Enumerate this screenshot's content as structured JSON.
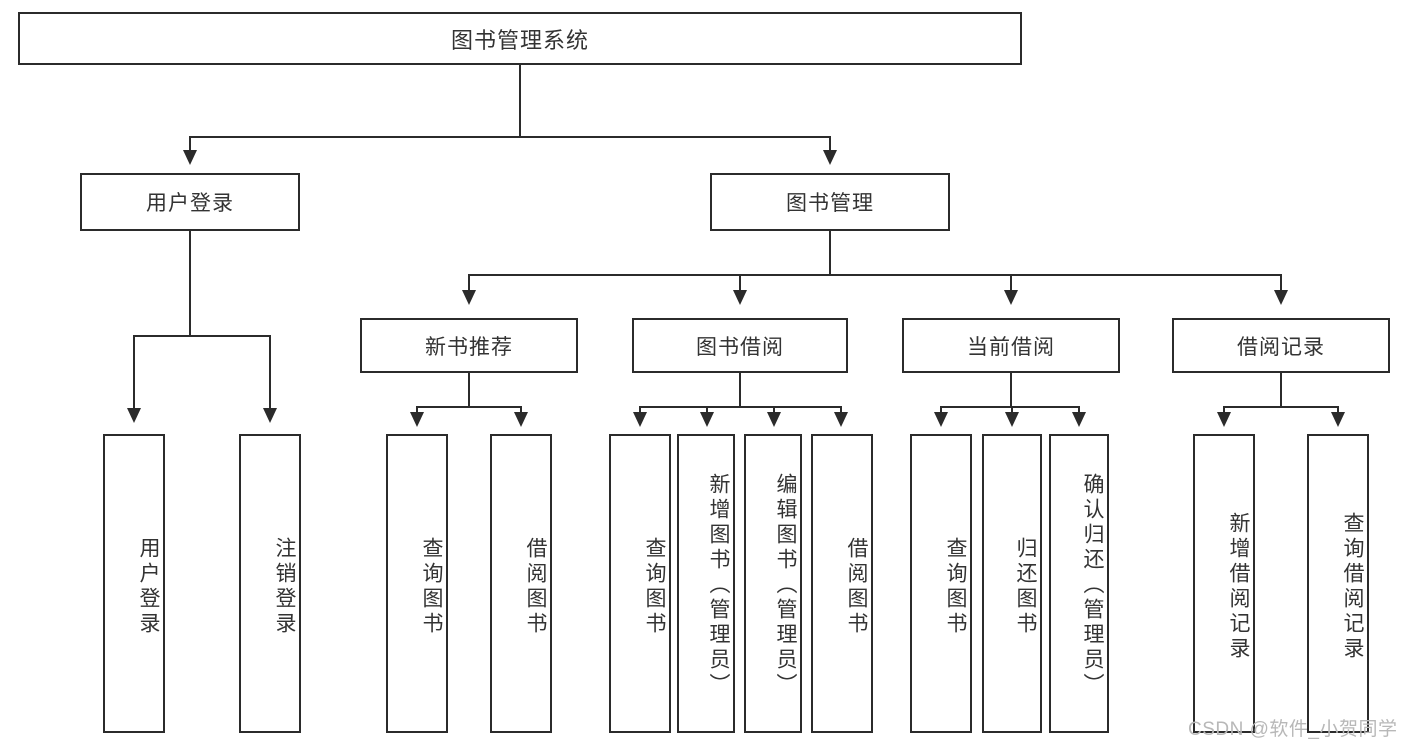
{
  "diagram": {
    "type": "tree-hierarchy-flowchart",
    "title": "图书管理系统",
    "colors": {
      "box_border": "#2b2b2b",
      "box_fill": "#ffffff",
      "text": "#333333",
      "connector": "#2b2b2b",
      "watermark": "#b8b8b8",
      "background": "#ffffff"
    },
    "levels": [
      {
        "level": 1,
        "nodes": [
          {
            "id": "root",
            "label": "图书管理系统",
            "orientation": "horizontal"
          }
        ]
      },
      {
        "level": 2,
        "nodes": [
          {
            "id": "user-login",
            "label": "用户登录",
            "orientation": "horizontal",
            "parent": "root"
          },
          {
            "id": "book-manage",
            "label": "图书管理",
            "orientation": "horizontal",
            "parent": "root"
          }
        ]
      },
      {
        "level": 3,
        "nodes": [
          {
            "id": "new-book-rec",
            "label": "新书推荐",
            "orientation": "horizontal",
            "parent": "book-manage"
          },
          {
            "id": "book-borrow",
            "label": "图书借阅",
            "orientation": "horizontal",
            "parent": "book-manage"
          },
          {
            "id": "current-borrow",
            "label": "当前借阅",
            "orientation": "horizontal",
            "parent": "book-manage"
          },
          {
            "id": "borrow-record",
            "label": "借阅记录",
            "orientation": "horizontal",
            "parent": "book-manage"
          }
        ]
      },
      {
        "level": 4,
        "nodes": [
          {
            "id": "leaf-1",
            "label": "用户登录",
            "orientation": "vertical",
            "parent": "user-login"
          },
          {
            "id": "leaf-2",
            "label": "注销登录",
            "orientation": "vertical",
            "parent": "user-login"
          },
          {
            "id": "leaf-3",
            "label": "查询图书",
            "orientation": "vertical",
            "parent": "new-book-rec"
          },
          {
            "id": "leaf-4",
            "label": "借阅图书",
            "orientation": "vertical",
            "parent": "new-book-rec"
          },
          {
            "id": "leaf-5",
            "label": "查询图书",
            "orientation": "vertical",
            "parent": "book-borrow"
          },
          {
            "id": "leaf-6",
            "label": "新增图书（管理员）",
            "orientation": "vertical",
            "parent": "book-borrow"
          },
          {
            "id": "leaf-7",
            "label": "编辑图书（管理员）",
            "orientation": "vertical",
            "parent": "book-borrow"
          },
          {
            "id": "leaf-8",
            "label": "借阅图书",
            "orientation": "vertical",
            "parent": "book-borrow"
          },
          {
            "id": "leaf-9",
            "label": "查询图书",
            "orientation": "vertical",
            "parent": "current-borrow"
          },
          {
            "id": "leaf-10",
            "label": "归还图书",
            "orientation": "vertical",
            "parent": "current-borrow"
          },
          {
            "id": "leaf-11",
            "label": "确认归还（管理员）",
            "orientation": "vertical",
            "parent": "current-borrow"
          },
          {
            "id": "leaf-12",
            "label": "新增借阅记录",
            "orientation": "vertical",
            "parent": "borrow-record"
          },
          {
            "id": "leaf-13",
            "label": "查询借阅记录",
            "orientation": "vertical",
            "parent": "borrow-record"
          }
        ]
      }
    ]
  },
  "watermark": {
    "text": "CSDN @软件_小贺同学"
  }
}
